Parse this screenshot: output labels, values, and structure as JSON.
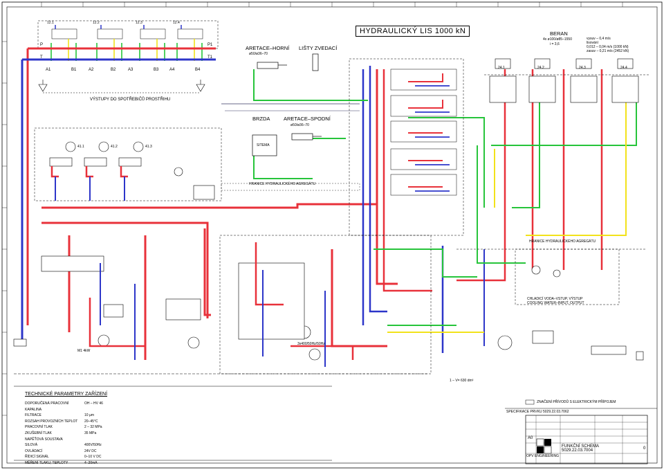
{
  "title": "HYDRAULICKÝ LIS 1000 kN",
  "ram": {
    "label": "BERAN",
    "spec1": "4x ø100/ø85–1550",
    "spec2": "i = 3,6",
    "cycle1": "vysuv – 0,4 m/s",
    "cycle2": "lisování",
    "cycle3": "0,012 – 0,04 m/s (1000 kN)",
    "cycle4": "zasuv – 0,21 m/s (2452 kN)"
  },
  "labels": {
    "aretace_horni": "ARETACE–HORNÍ",
    "aretace_horni_spec": "ø50/ø36–70",
    "listy": "LIŠTY ZVEDACÍ",
    "brzda": "BRZDA",
    "aretace_spodni": "ARETACE–SPODNÍ",
    "aretace_spodni_spec": "ø50/ø36–70",
    "sitema": "SITEMA",
    "vystupy": "VÝSTUPY DO SPOTŘEBIČŮ PROSTŘIHU",
    "hranice1": "HRANICE HYDRAULICKÉHO AGREGÁTU",
    "hranice2": "HRANICE HYDRAULICKÉHO AGREGÁTU",
    "chladici": "CHLADICÍ VODA–VSTUP, VÝSTUP",
    "cooling": "COOLING WATER–INPUT, OUTPUT",
    "tank_vol": "1 – V= 630 dm³",
    "ports": [
      "A1",
      "B1",
      "A2",
      "B2",
      "A3",
      "B3",
      "A4",
      "B4"
    ],
    "p_port": "P",
    "t_port": "T",
    "p1_port": "P1",
    "t1_port": "T1",
    "valves_top": [
      "12.1",
      "12.2",
      "12.3",
      "12.4"
    ],
    "cyl": [
      "24.1",
      "24.2",
      "24.3",
      "24.4"
    ],
    "pumps": [
      "41.1",
      "41.2",
      "41.3"
    ],
    "motor_note": "M1 4kW",
    "rpm_note": "3x400/50Hz/50Hz"
  },
  "tech": {
    "title": "TECHNICKÉ PARAMETRY ZAŘÍZENÍ",
    "rows": [
      [
        "DOPORUČENÁ PRACOVNÍ KAPALINA",
        "OH – HV 46"
      ],
      [
        "FILTRACE",
        "10 µm"
      ],
      [
        "ROZSAH PROVOZNÍCH TEPLOT",
        "20–45°C"
      ],
      [
        "PRACOVNÍ TLAK",
        "2 – 32 MPa"
      ],
      [
        "ZKUŠEBNÍ TLAK",
        "35 MPa"
      ],
      [
        "NAPĚŤOVÁ SOUSTAVA",
        ""
      ],
      [
        "SILOVÁ",
        "400V/50Hz"
      ],
      [
        "OVLÁDACÍ",
        "24V DC"
      ],
      [
        "ŘÍDICÍ SIGNÁL",
        "0–10 V DC"
      ],
      [
        "MĚŘENÍ TLAKU, TEPLOTY",
        "4–20mA"
      ]
    ]
  },
  "notes": {
    "electrical": "ZNAČENÍ PŘÍVODŮ S ELEKTRICKÝM PŘÍPOJEM",
    "spec_label": "SPECIFIKACE PRVKU 5029.22.03.7062"
  },
  "titleblock": {
    "drawing_name": "FUNKČNÍ SCHEMA",
    "drawing_no": "5029.22.03.7004",
    "company": "OPV ENGINEERING",
    "format": "A0",
    "sheet": "0"
  },
  "colors": {
    "pressure": "#e8313a",
    "return": "#2c35c9",
    "pilot": "#26c43a",
    "yellow": "#f2e21a",
    "drain": "#9a9ab0"
  }
}
